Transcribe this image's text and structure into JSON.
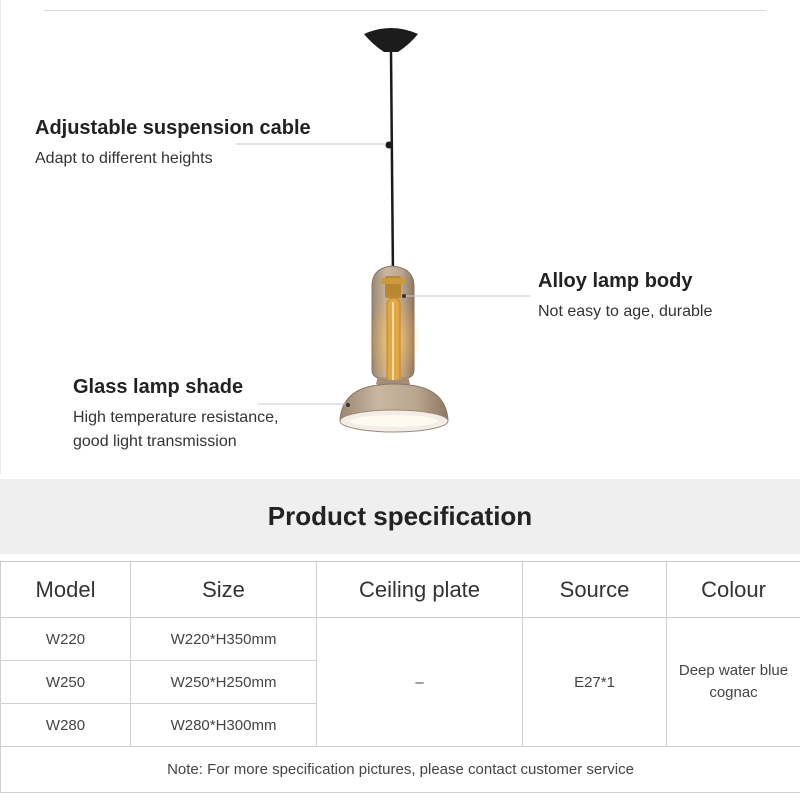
{
  "features": {
    "cable": {
      "title": "Adjustable suspension cable",
      "subtitle": "Adapt to different heights"
    },
    "body": {
      "title": "Alloy lamp body",
      "subtitle": "Not easy to age, durable"
    },
    "shade": {
      "title": "Glass lamp shade",
      "subtitle_line1": "High temperature resistance,",
      "subtitle_line2": "good light transmission"
    }
  },
  "spec": {
    "heading": "Product specification",
    "columns": [
      "Model",
      "Size",
      "Ceiling plate",
      "Source",
      "Colour"
    ],
    "rows": [
      {
        "model": "W220",
        "size": "W220*H350mm"
      },
      {
        "model": "W250",
        "size": "W250*H250mm"
      },
      {
        "model": "W280",
        "size": "W280*H300mm"
      }
    ],
    "ceiling_plate": "–",
    "source": "E27*1",
    "colour_line1": "Deep water blue",
    "colour_line2": "cognac",
    "note": "Note: For more specification pictures, please contact customer service"
  },
  "colors": {
    "glass": "#b9a48e",
    "filament": "#e0a23c",
    "socket": "#b8862f",
    "cable": "#1a1a1a",
    "band": "#efefef"
  }
}
